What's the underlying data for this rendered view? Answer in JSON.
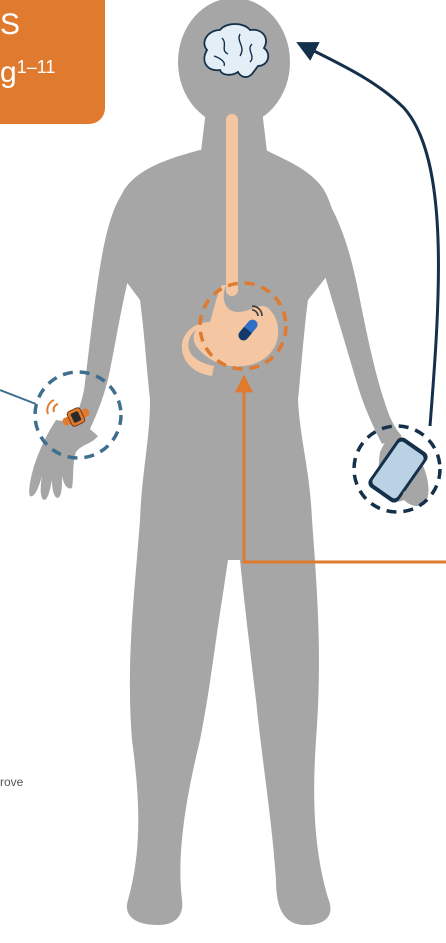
{
  "title": {
    "line1": "S",
    "line2_prefix": "g",
    "line2_refs": "1–11"
  },
  "side_text": "rove",
  "colors": {
    "title_bg": "#e07a2f",
    "body": "#a6a6a6",
    "digestive_tract": "#f4c7a2",
    "watch_circle": "#3f6f8f",
    "phone_circle": "#14304a",
    "orange_arrow": "#e07a2f",
    "navy_arrow": "#14304a",
    "phone_screen": "#b9d3e5",
    "brain_fill": "#e3eef6"
  },
  "icons": {
    "brain": "brain-icon",
    "pill": "capsule-icon",
    "watch": "smartwatch-icon",
    "phone": "smartphone-icon"
  }
}
